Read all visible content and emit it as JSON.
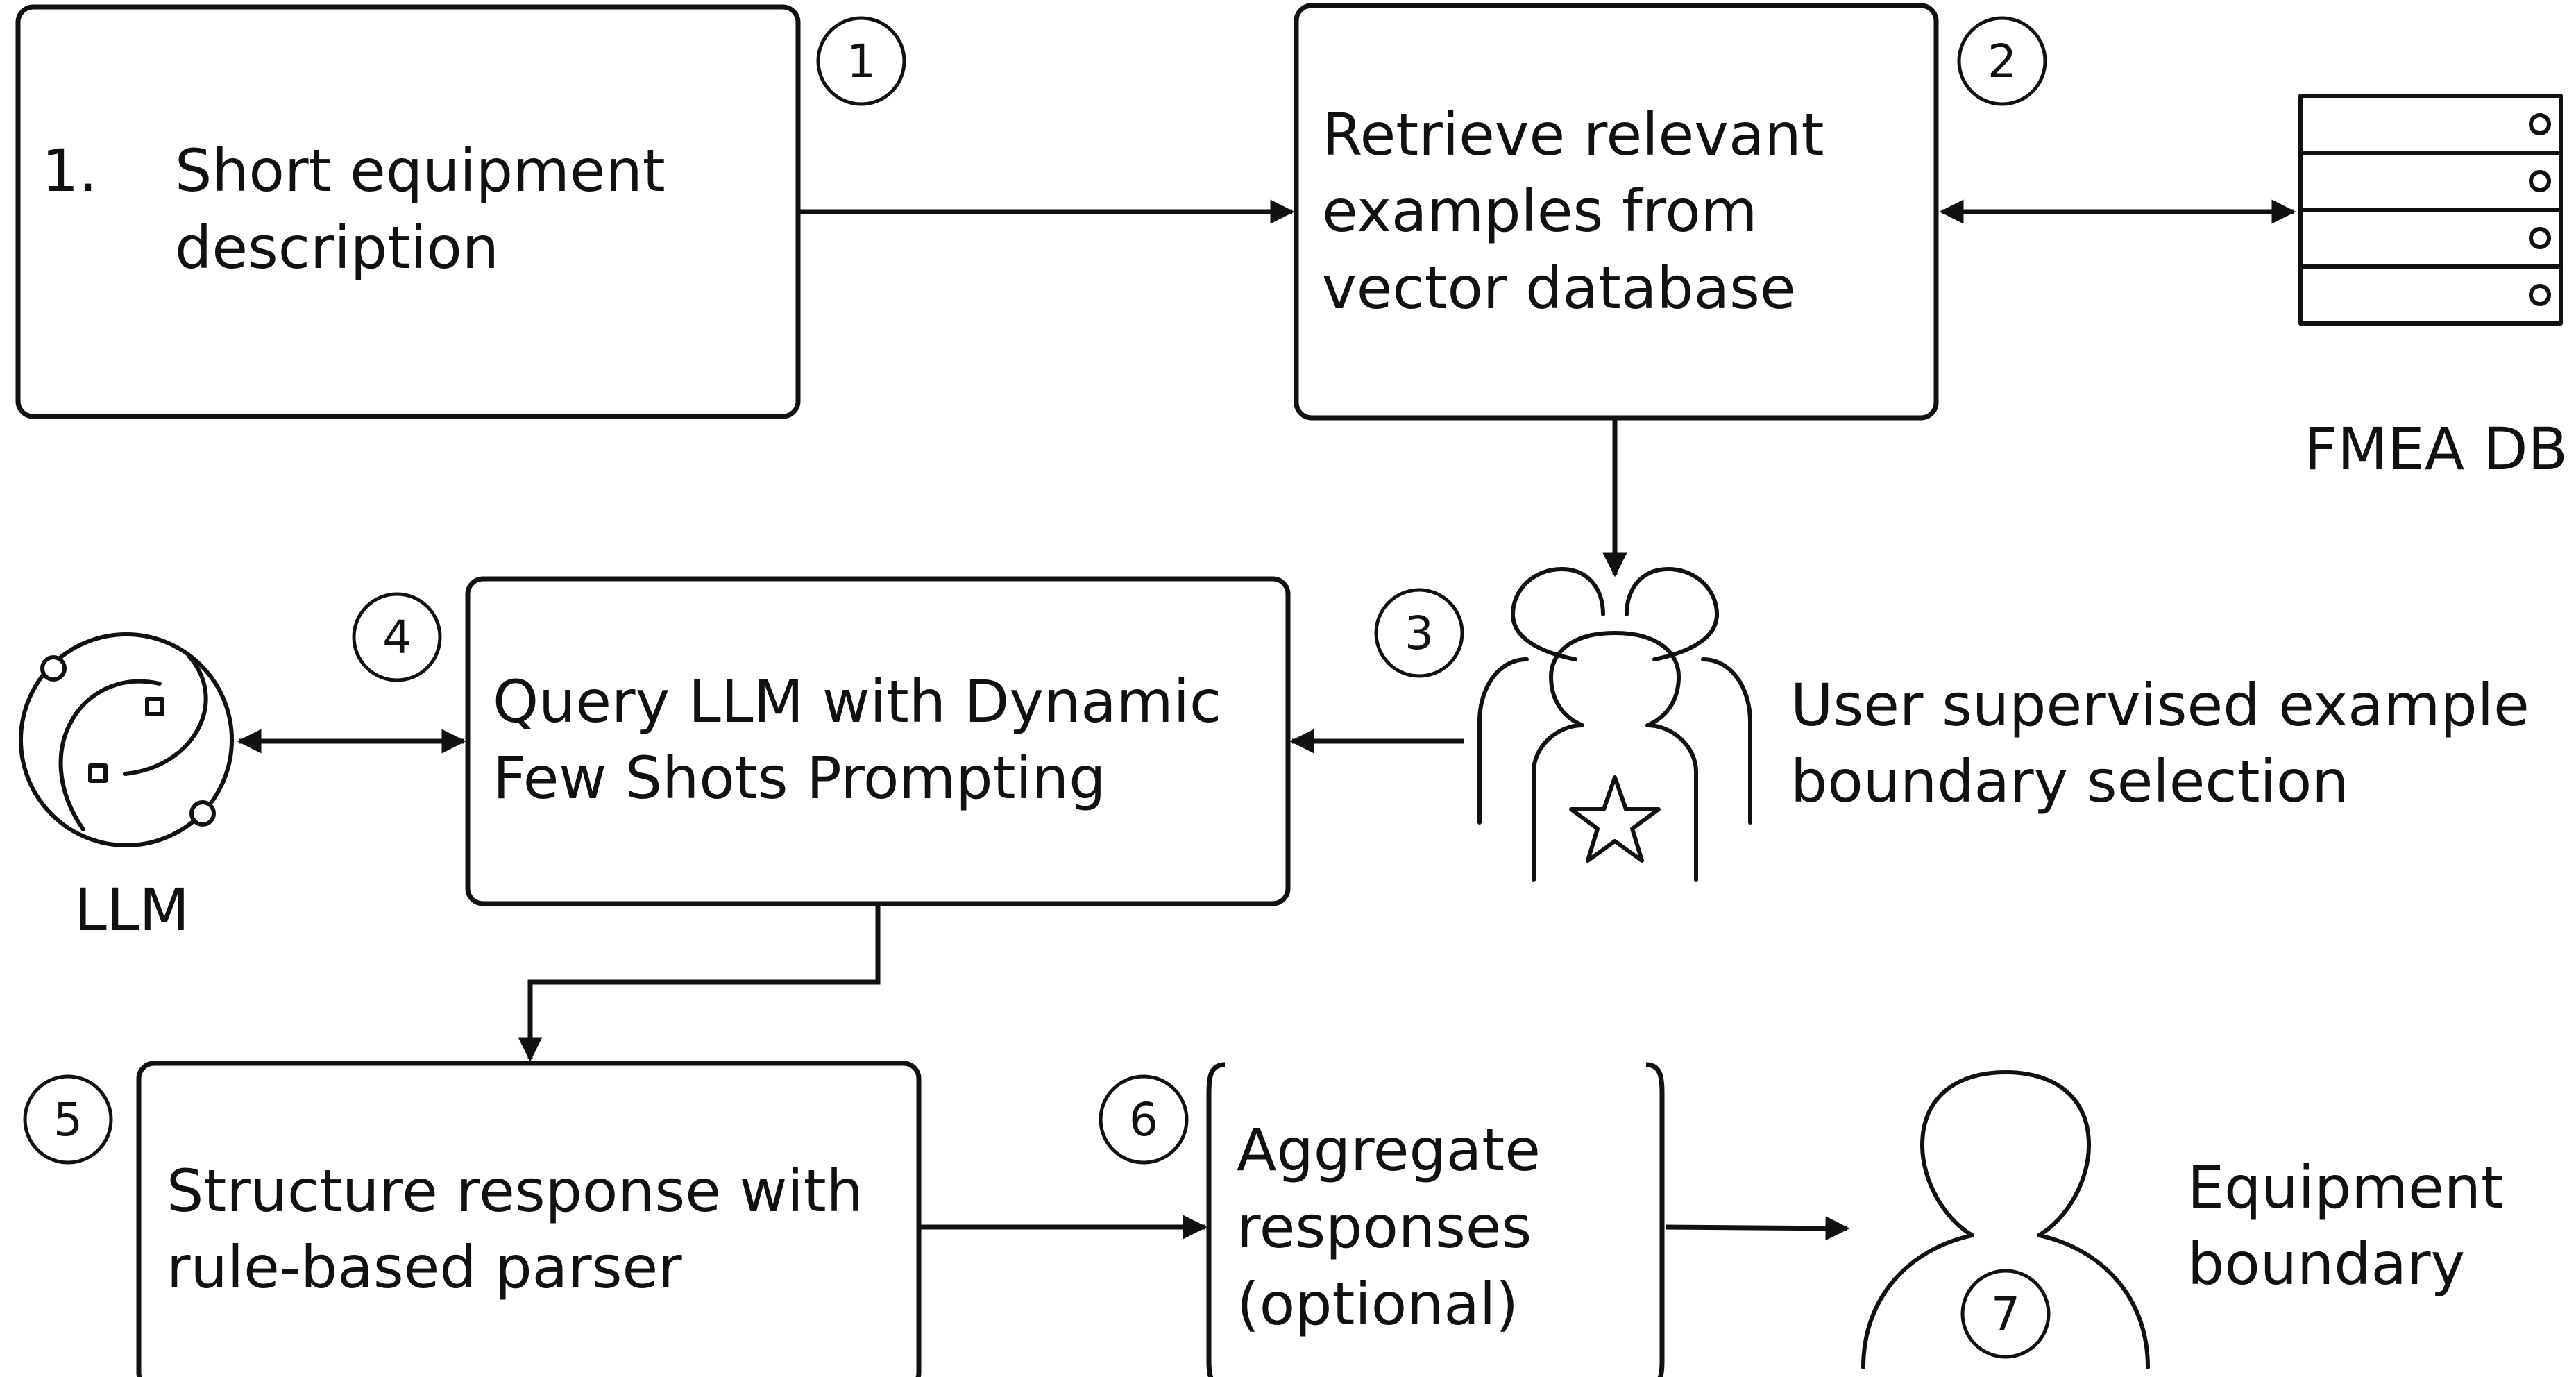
{
  "steps": {
    "s1": {
      "number": "1",
      "list_marker": "1.",
      "lines": [
        "Short equipment",
        "description"
      ]
    },
    "s2": {
      "number": "2",
      "lines": [
        "Retrieve relevant",
        "examples from",
        "vector database"
      ]
    },
    "s3": {
      "number": "3",
      "lines": [
        "User supervised example",
        "boundary selection"
      ]
    },
    "s4": {
      "number": "4",
      "lines": [
        "Query LLM with Dynamic",
        "Few Shots Prompting"
      ]
    },
    "s5": {
      "number": "5",
      "lines": [
        "Structure response with",
        "rule-based parser"
      ]
    },
    "s6": {
      "number": "6",
      "lines": [
        "Aggregate",
        "responses",
        "(optional)"
      ]
    },
    "s7": {
      "number": "7",
      "lines": [
        "Equipment",
        "boundary"
      ]
    }
  },
  "icons": {
    "database": {
      "name": "database-icon",
      "label": "FMEA DB"
    },
    "llm": {
      "name": "llm-icon",
      "label": "LLM"
    },
    "users": {
      "name": "user-group-star-icon"
    },
    "user": {
      "name": "user-icon"
    }
  },
  "colors": {
    "stroke": "#111111",
    "background": "#ffffff"
  }
}
